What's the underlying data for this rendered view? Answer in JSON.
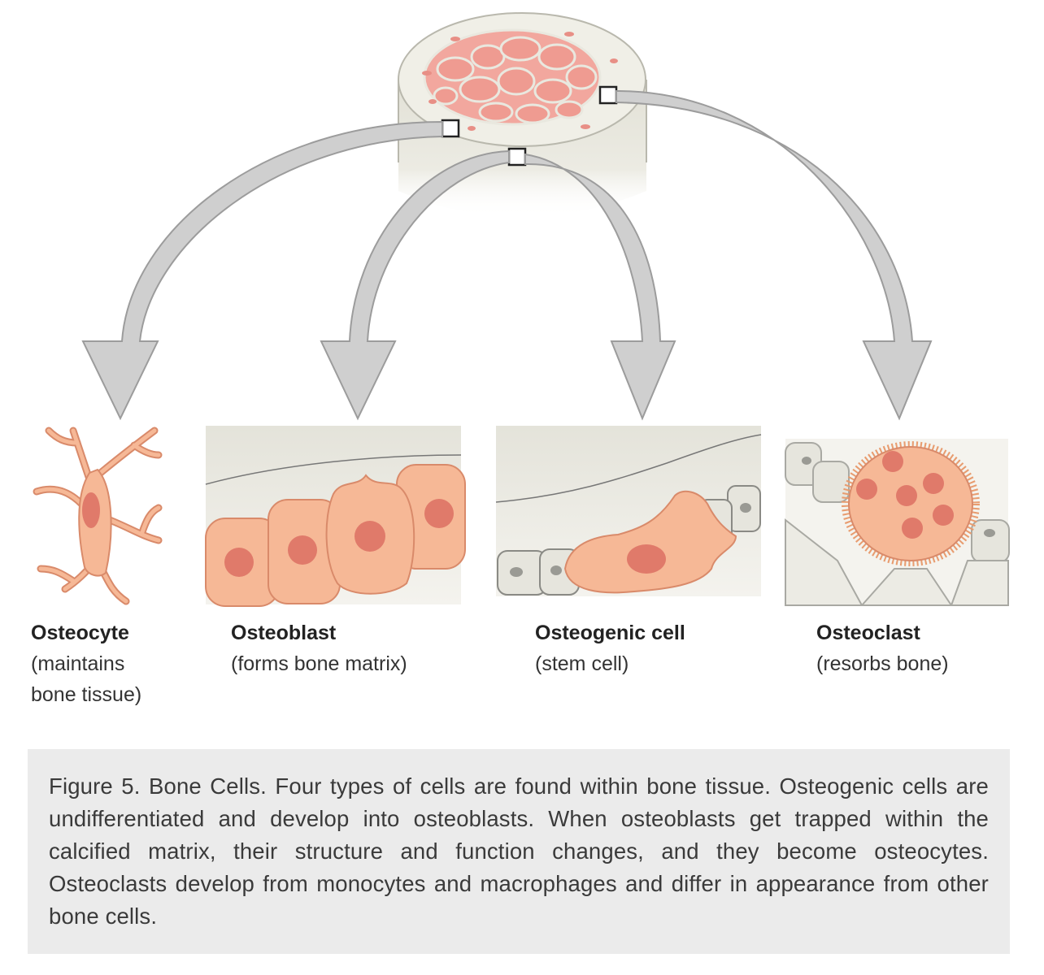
{
  "cells": [
    {
      "name": "Osteocyte",
      "desc_line1": "(maintains",
      "desc_line2": "bone tissue)"
    },
    {
      "name": "Osteoblast",
      "desc_line1": "(forms bone matrix)"
    },
    {
      "name": "Osteogenic cell",
      "desc_line1": "(stem cell)"
    },
    {
      "name": "Osteoclast",
      "desc_line1": "(resorbs bone)"
    }
  ],
  "caption": "Figure 5. Bone Cells. Four types of cells are found within bone tissue. Osteogenic cells are undifferentiated and develop into osteoblasts. When osteoblasts get trapped within the calcified matrix, their structure and function changes, and they become osteocytes. Osteoclasts develop from monocytes and macrophages and differ in appearance from other bone cells.",
  "colors": {
    "cell_fill": "#f6b896",
    "cell_stroke": "#d98a6a",
    "nucleus": "#e07a6a",
    "arrow": "#c8c8c8",
    "arrow_stroke": "#9a9a9a",
    "bone": "#e9e8df",
    "marrow": "#ef9b91",
    "caption_bg": "#ebebeb"
  }
}
